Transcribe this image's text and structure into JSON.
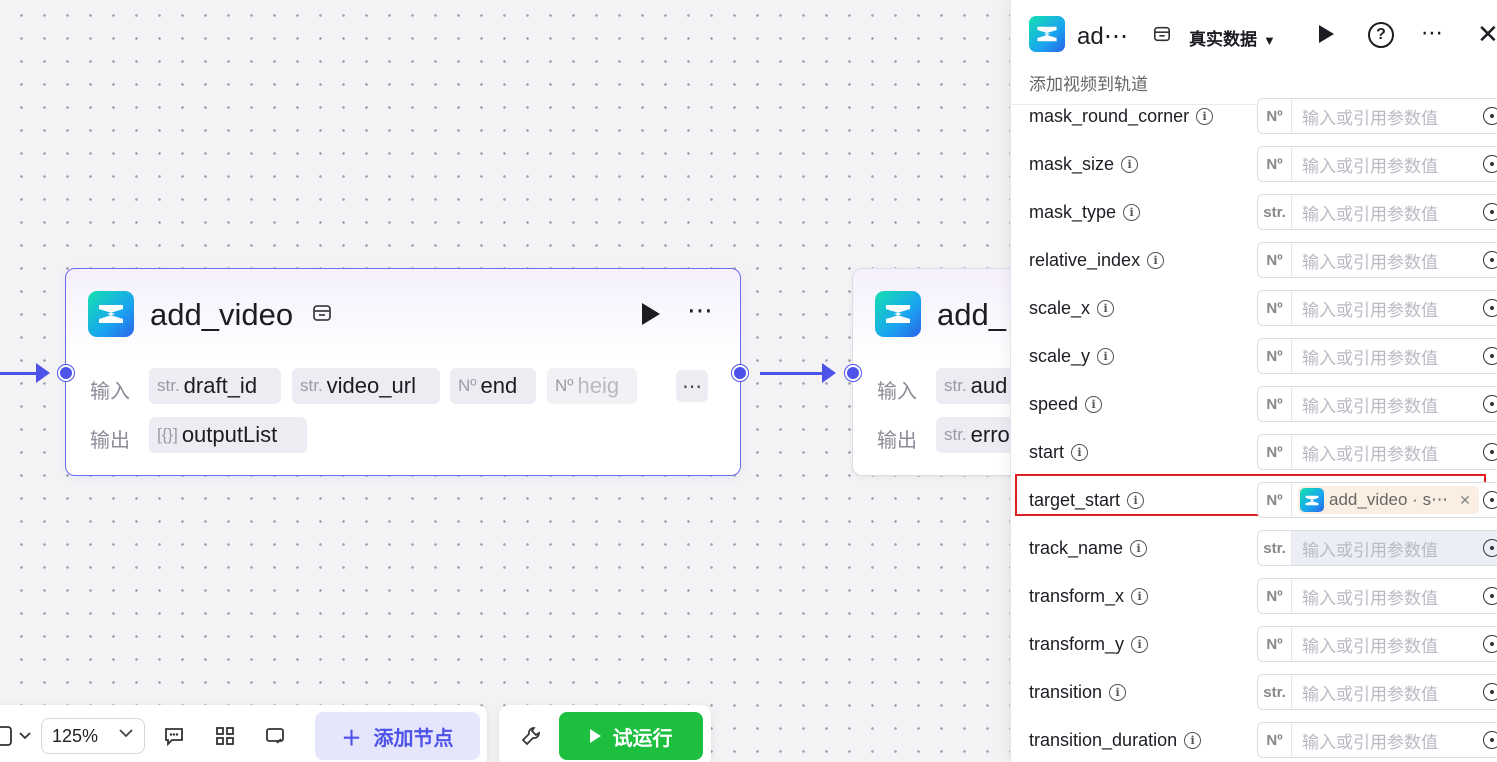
{
  "canvas": {
    "node1": {
      "title": "add_video",
      "input_label": "输入",
      "output_label": "输出",
      "inputs": [
        {
          "type": "str.",
          "name": "draft_id"
        },
        {
          "type": "str.",
          "name": "video_url"
        },
        {
          "type": "Nº",
          "name": "end"
        },
        {
          "type": "Nº",
          "name": "heig"
        }
      ],
      "more_label": "⋯",
      "outputs": [
        {
          "type": "[{}]",
          "name": "outputList"
        }
      ]
    },
    "node2": {
      "title": "add_",
      "input_label": "输入",
      "output_label": "输出",
      "inputs": [
        {
          "type": "str.",
          "name": "aud"
        }
      ],
      "outputs": [
        {
          "type": "str.",
          "name": "erro"
        }
      ]
    }
  },
  "toolbar": {
    "zoom_value": "125%",
    "add_node_label": "添加节点",
    "run_label": "试运行"
  },
  "panel": {
    "title": "ad⋯",
    "data_mode": "真实数据",
    "subtitle": "添加视频到轨道",
    "placeholder": "输入或引用参数值",
    "params": [
      {
        "name": "mask_round_corner",
        "type": "Nº"
      },
      {
        "name": "mask_size",
        "type": "Nº"
      },
      {
        "name": "mask_type",
        "type": "str."
      },
      {
        "name": "relative_index",
        "type": "Nº"
      },
      {
        "name": "scale_x",
        "type": "Nº"
      },
      {
        "name": "scale_y",
        "type": "Nº"
      },
      {
        "name": "speed",
        "type": "Nº"
      },
      {
        "name": "start",
        "type": "Nº"
      },
      {
        "name": "target_start",
        "type": "Nº",
        "ref": "add_video · s⋯"
      },
      {
        "name": "track_name",
        "type": "str."
      },
      {
        "name": "transform_x",
        "type": "Nº"
      },
      {
        "name": "transform_y",
        "type": "Nº"
      },
      {
        "name": "transition",
        "type": "str."
      },
      {
        "name": "transition_duration",
        "type": "Nº"
      }
    ]
  },
  "colors": {
    "accent": "#4d53e8",
    "run_green": "#1dbf3f",
    "highlight_red": "#e02020"
  },
  "icons": [
    "capcut-logo-icon",
    "store-icon",
    "play-icon",
    "more-icon",
    "help-icon",
    "close-icon",
    "info-icon",
    "reference-icon",
    "comment-icon",
    "grid-icon",
    "minimap-icon",
    "wrench-icon",
    "plus-icon",
    "chevron-down-icon"
  ]
}
